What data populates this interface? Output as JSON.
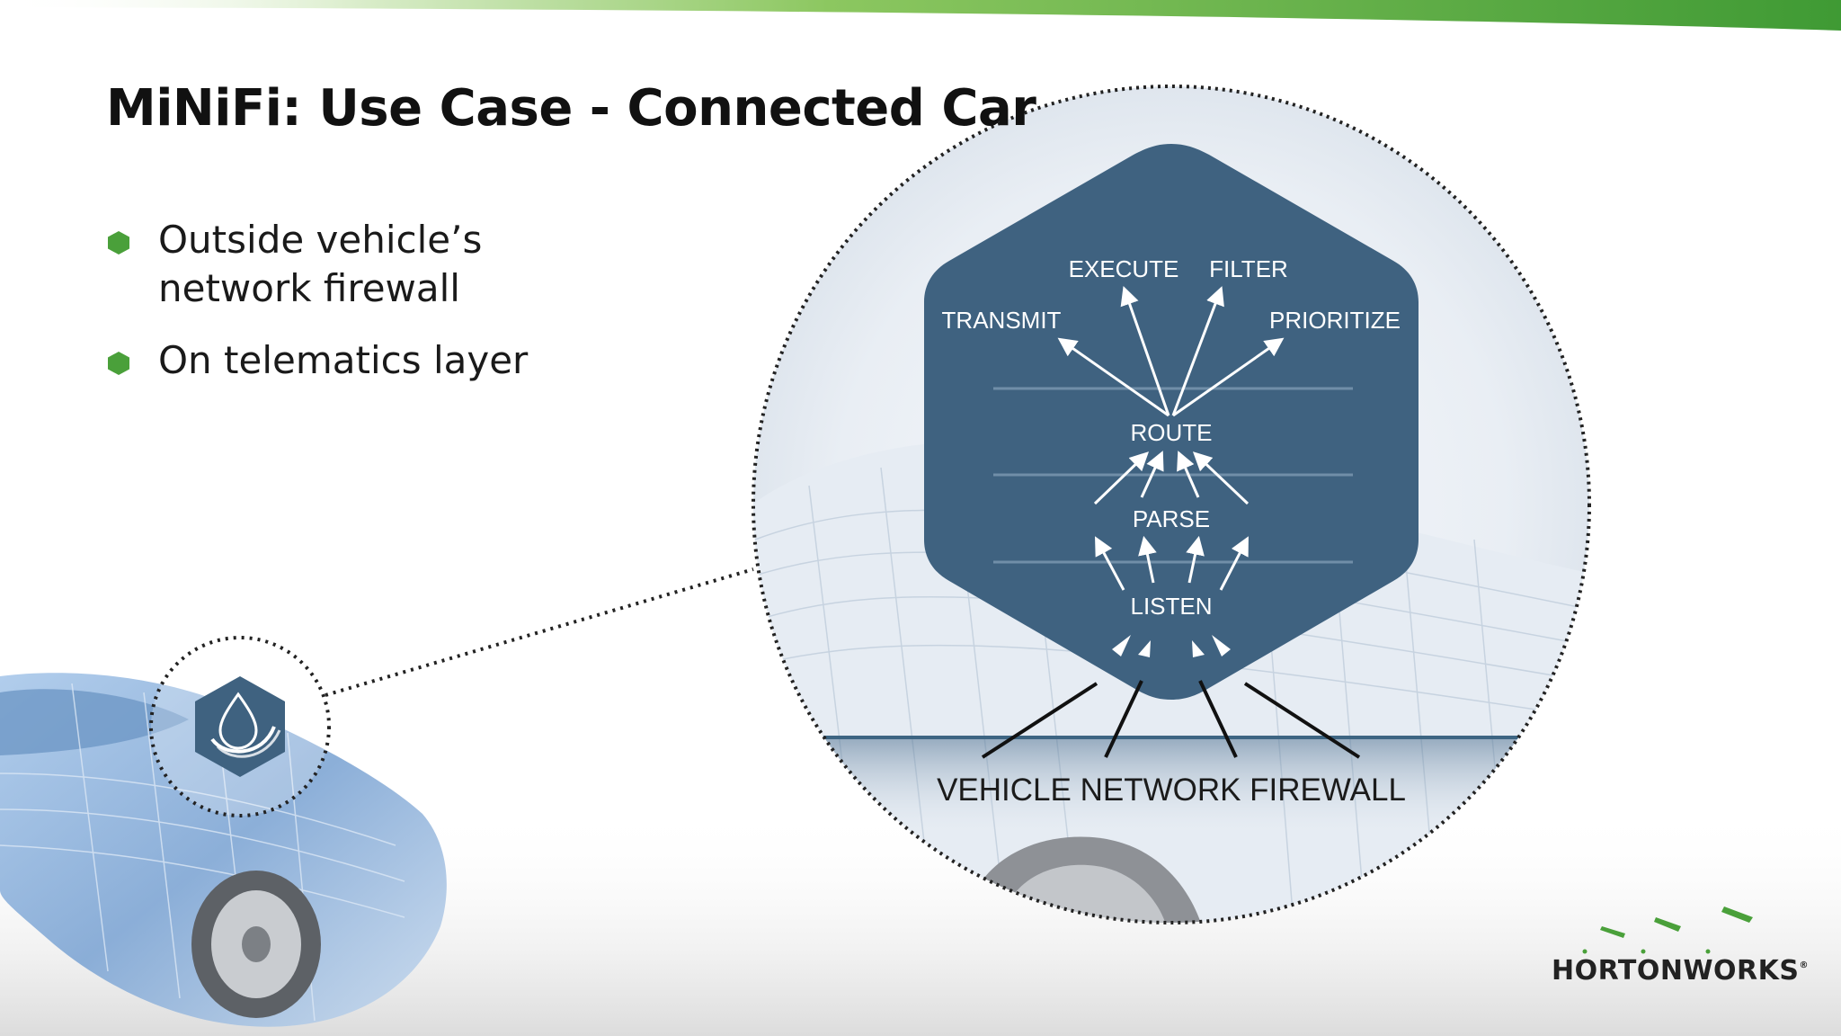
{
  "slide": {
    "title": "MiNiFi:  Use Case - Connected Car",
    "bullets": [
      {
        "line1": "Outside vehicle’s",
        "line2": "network firewall"
      },
      {
        "line1": "On telematics layer",
        "line2": ""
      }
    ]
  },
  "diagram": {
    "nodes": {
      "execute": "EXECUTE",
      "filter": "FILTER",
      "transmit": "TRANSMIT",
      "prioritize": "PRIORITIZE",
      "route": "ROUTE",
      "parse": "PARSE",
      "listen": "LISTEN"
    },
    "firewall_label": "VEHICLE NETWORK FIREWALL"
  },
  "brand": {
    "logo_text": "HORTONWORKS",
    "logo_mark": "®"
  },
  "colors": {
    "accent_green": "#4aa03a",
    "hex_fill": "#3f6280",
    "car_blue": "#8fb3d9",
    "top_bar_green": "#5aa83c"
  },
  "icons": [
    "minifi-drop-icon",
    "hex-bullet-icon",
    "car-illustration",
    "hortonworks-logo"
  ]
}
